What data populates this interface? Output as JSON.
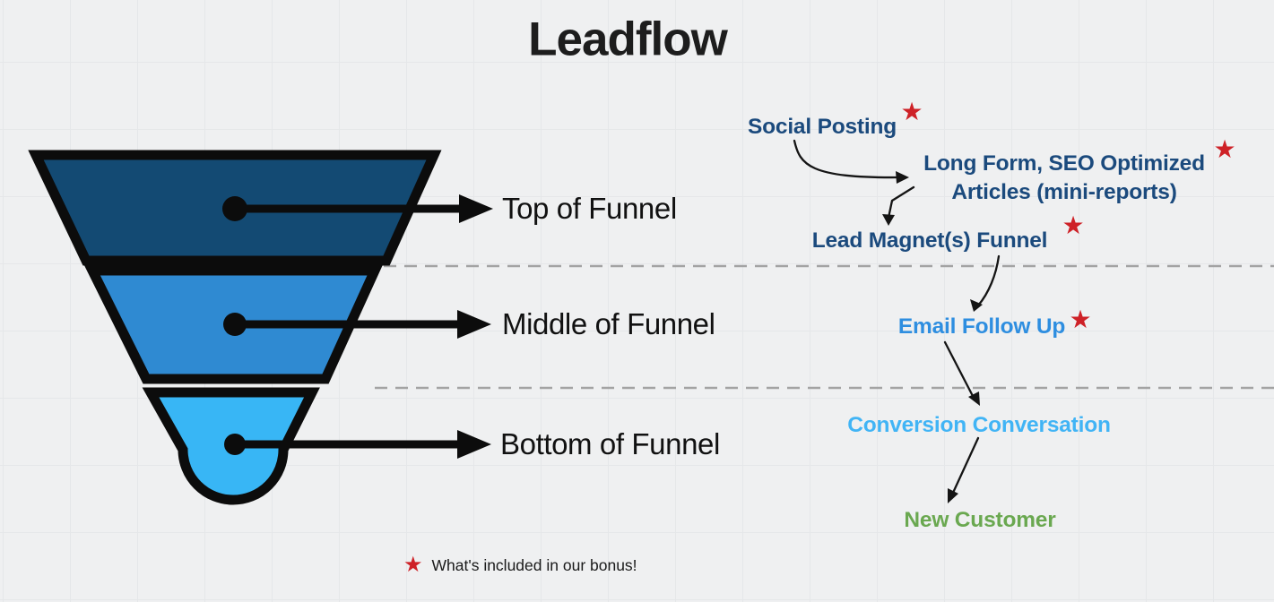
{
  "title": "Leadflow",
  "funnel": {
    "stages": [
      {
        "label": "Top of Funnel",
        "color": "#134a73"
      },
      {
        "label": "Middle of Funnel",
        "color": "#2f8ad2"
      },
      {
        "label": "Bottom of Funnel",
        "color": "#38b6f5"
      }
    ]
  },
  "flow": {
    "social_posting": {
      "label": "Social Posting",
      "color": "#1b4a7d",
      "starred": true
    },
    "long_form": {
      "line1": "Long Form, SEO Optimized",
      "line2": "Articles (mini-reports)",
      "color": "#1b4a7d",
      "starred": true
    },
    "lead_magnet": {
      "label": "Lead Magnet(s) Funnel",
      "color": "#1b4a7d",
      "starred": true
    },
    "email_follow_up": {
      "label": "Email Follow Up",
      "color": "#2e8ee0",
      "starred": true
    },
    "conversion_conversation": {
      "label": "Conversion Conversation",
      "color": "#41b4f5",
      "starred": false
    },
    "new_customer": {
      "label": "New Customer",
      "color": "#6aa850",
      "starred": false
    }
  },
  "legend": {
    "text": "What's included in our bonus!"
  },
  "icons": {
    "star": "★",
    "star_color": "#ce2127"
  },
  "colors": {
    "background": "#eff0f1",
    "grid_line": "#e5e7e9",
    "outline_black": "#0c0c0c",
    "dashed_divider": "#a3a3a3",
    "title_text": "#1d1d1d"
  }
}
